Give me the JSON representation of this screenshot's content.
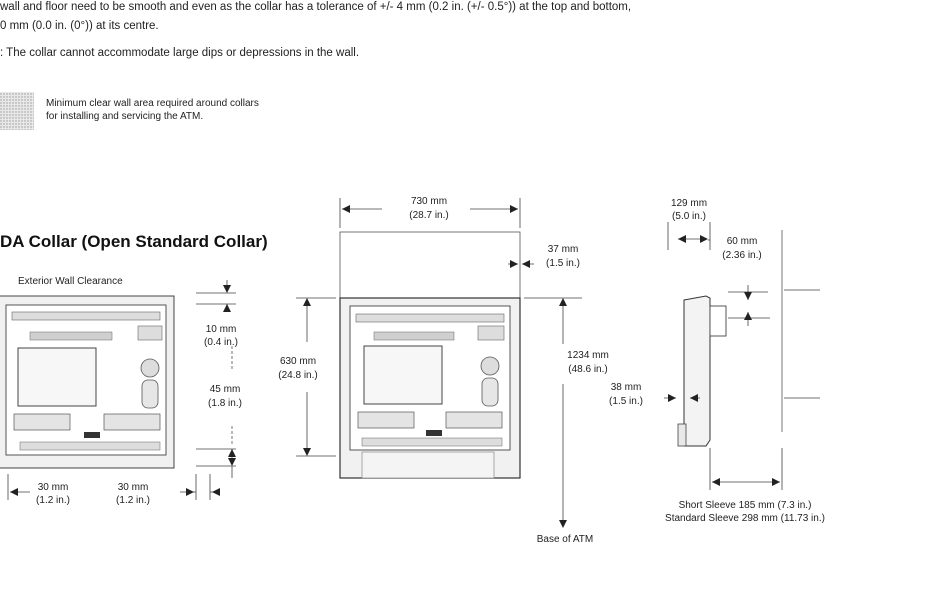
{
  "notes": {
    "line1": "wall and floor need to be smooth and even as the collar has a tolerance of +/- 4 mm (0.2 in. (+/- 0.5°)) at the top and bottom,",
    "line2": "0 mm (0.0 in. (0°)) at its centre.",
    "line3": ": The collar cannot accommodate large dips or depressions in the wall."
  },
  "legend": {
    "line1": "Minimum clear wall area required around collars",
    "line2": "for installing and servicing the ATM."
  },
  "title": "DA Collar (Open Standard Collar)",
  "front_view": {
    "caption": "Exterior Wall Clearance",
    "top_mm": "10 mm",
    "top_in": "(0.4 in.)",
    "side_mm": "45 mm",
    "side_in": "(1.8 in.)",
    "left_mm": "30 mm",
    "left_in": "(1.2 in.)",
    "right_mm": "30 mm",
    "right_in": "(1.2 in.)"
  },
  "main_view": {
    "width_mm": "730 mm",
    "width_in": "(28.7 in.)",
    "offset_mm": "37 mm",
    "offset_in": "(1.5 in.)",
    "height_mm": "630 mm",
    "height_in": "(24.8 in.)",
    "total_mm": "1234 mm",
    "total_in": "(48.6 in.)",
    "base_label": "Base of ATM"
  },
  "side_view": {
    "depth_mm": "129 mm",
    "depth_in": "(5.0 in.)",
    "gap_mm": "60 mm",
    "gap_in": "(2.36 in.)",
    "wall_mm": "38 mm",
    "wall_in": "(1.5 in.)",
    "short_sleeve": "Short Sleeve 185 mm (7.3 in.)",
    "standard_sleeve": "Standard Sleeve 298 mm (11.73 in.)"
  }
}
